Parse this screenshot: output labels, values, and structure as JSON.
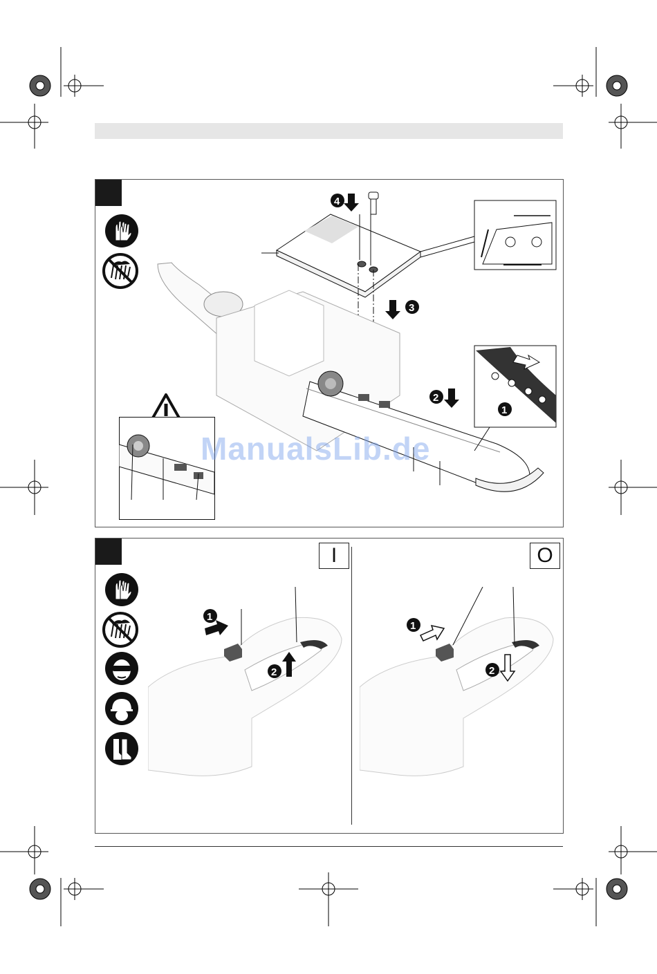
{
  "watermark": "ManualsLib.de",
  "switch_on_symbol": "I",
  "switch_off_symbol": "O",
  "step_markers": [
    "1",
    "2",
    "3",
    "4"
  ],
  "colors": {
    "header_band": "#e6e6e6",
    "panel_border": "#555555",
    "tab_fill": "#1a1a1a",
    "watermark": "#78a0eb"
  },
  "icons": {
    "figure1": [
      "gloves-icon",
      "no-rain-icon",
      "warning-triangle-icon"
    ],
    "figure2": [
      "gloves-icon",
      "no-rain-icon",
      "safety-glasses-icon",
      "helmet-icon",
      "boots-icon"
    ]
  }
}
